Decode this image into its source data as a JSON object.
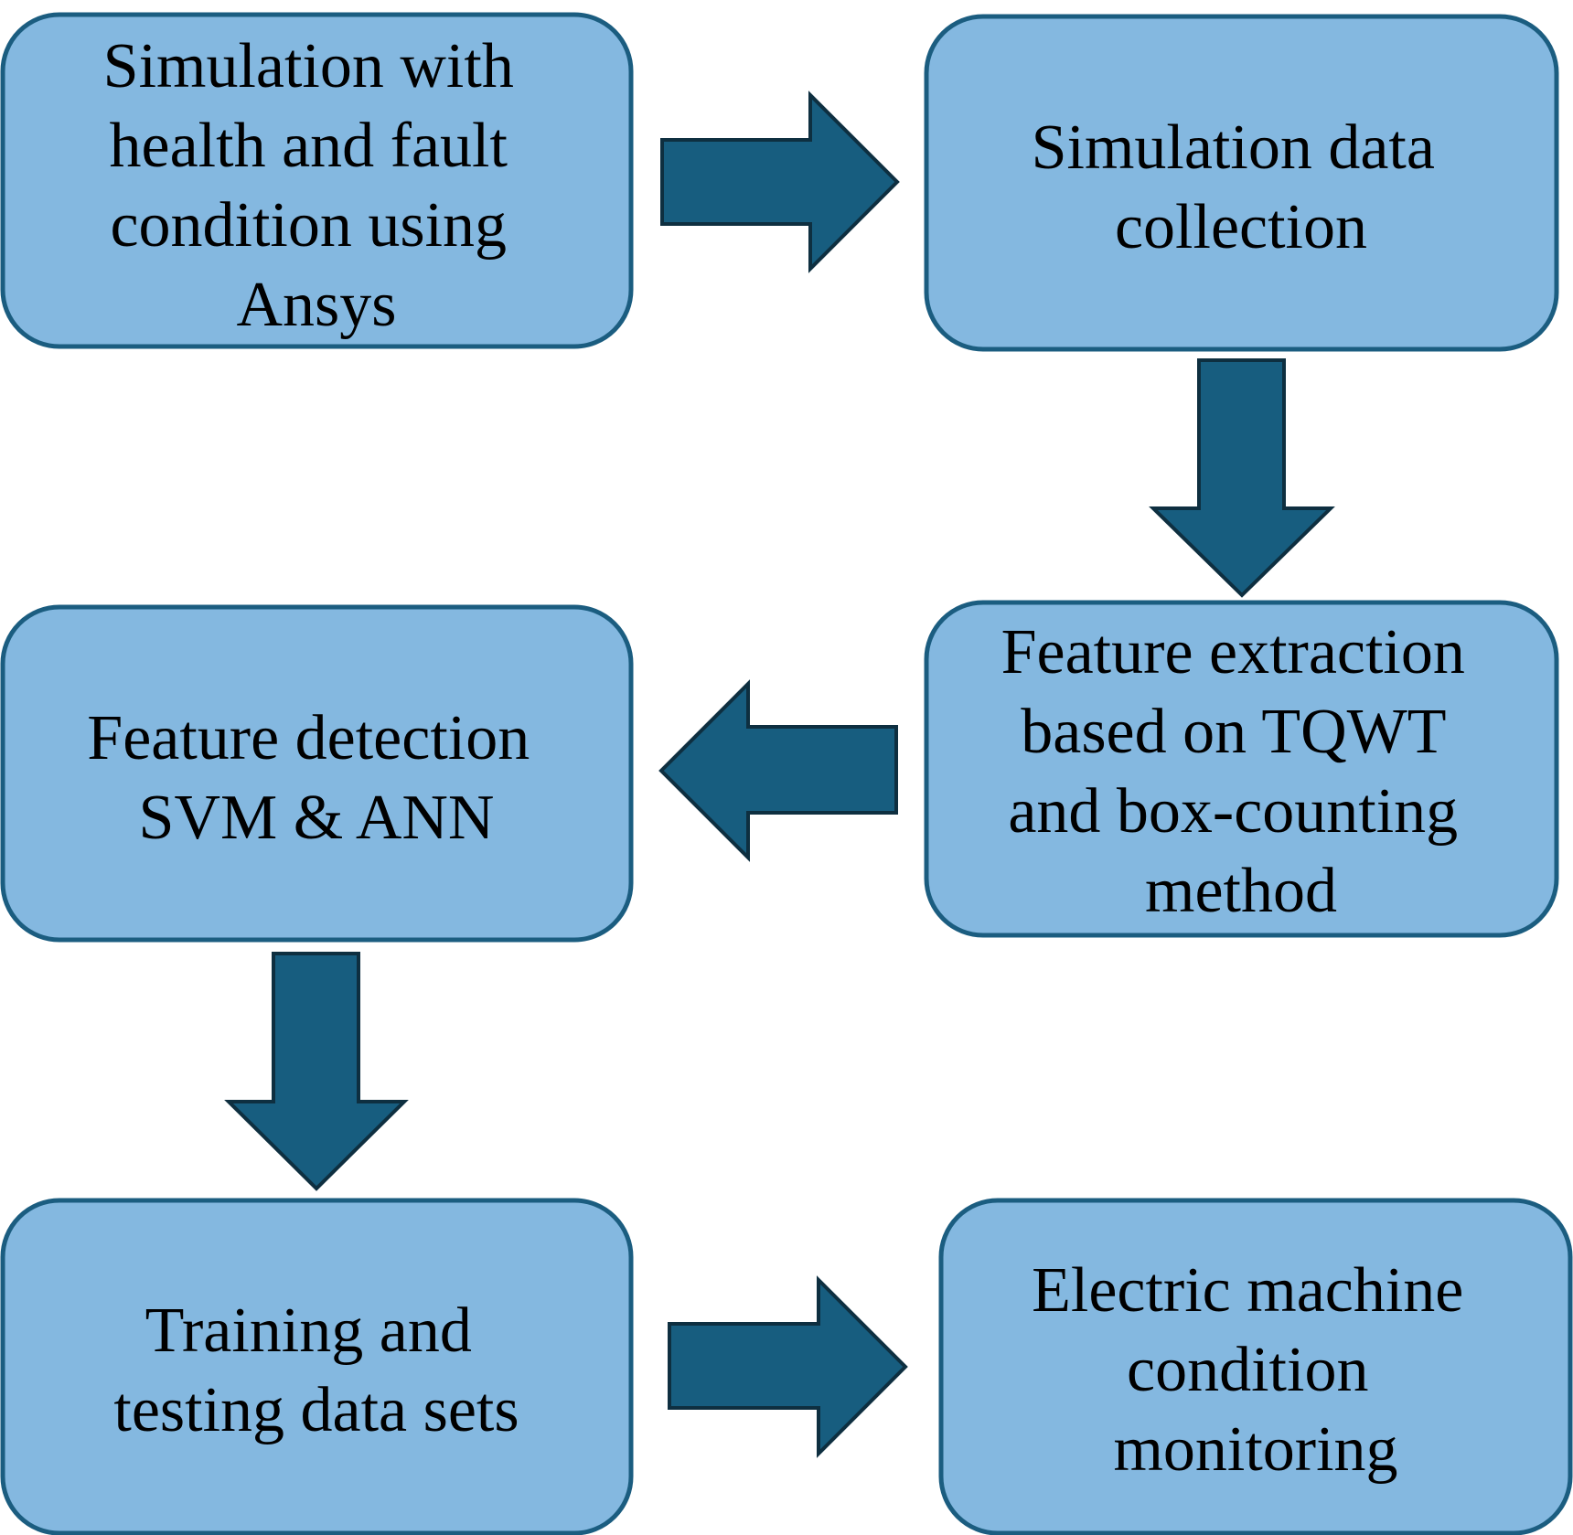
{
  "colors": {
    "box_fill": "#84b8e0",
    "box_border": "#1b5d80",
    "arrow_fill": "#175d7f",
    "arrow_border": "#0e2f40"
  },
  "boxes": [
    {
      "id": "sim",
      "lines": [
        "Simulation with",
        "health and fault",
        "condition using",
        "Ansys"
      ]
    },
    {
      "id": "collect",
      "lines": [
        "Simulation data",
        "collection"
      ]
    },
    {
      "id": "extract",
      "lines": [
        "Feature extraction",
        "based on TQWT",
        "and box-counting",
        "method"
      ]
    },
    {
      "id": "detect",
      "lines": [
        "Feature detection",
        "SVM & ANN"
      ]
    },
    {
      "id": "train",
      "lines": [
        "Training and",
        "testing data sets"
      ]
    },
    {
      "id": "monitor",
      "lines": [
        "Electric machine",
        "condition",
        "monitoring"
      ]
    }
  ]
}
